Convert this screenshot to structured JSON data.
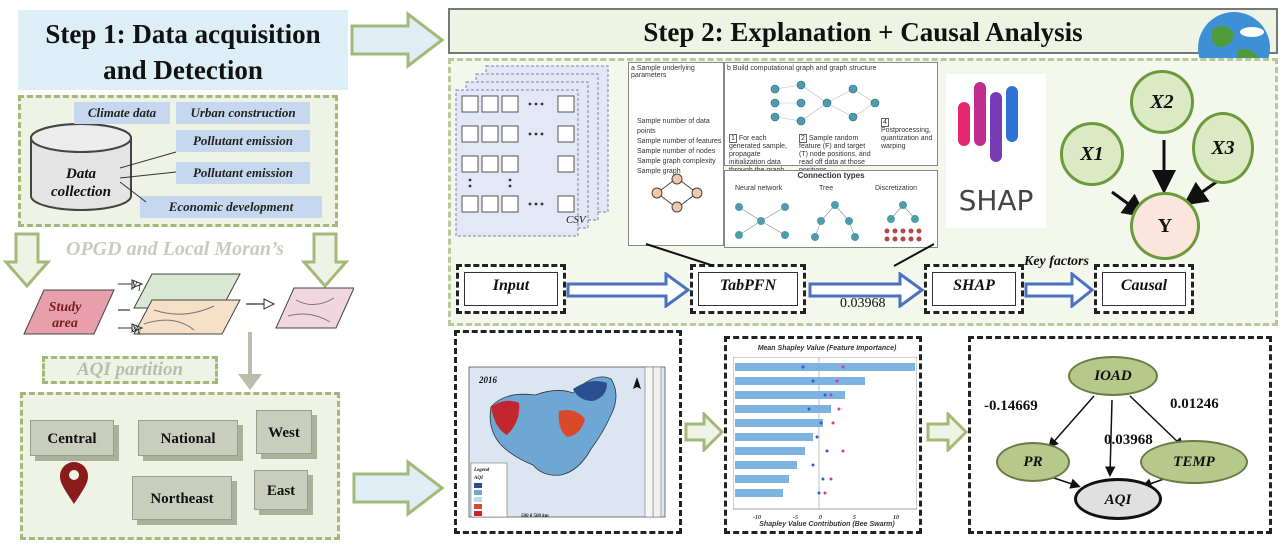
{
  "step1": {
    "title_line1": "Step 1: Data acquisition",
    "title_line2": "and Detection"
  },
  "step2": {
    "title": "Step 2: Explanation + Causal Analysis"
  },
  "data_sources": {
    "climate": "Climate data",
    "urban": "Urban construction",
    "pollutant1": "Pollutant emission",
    "pollutant2": "Pollutant  emission",
    "economic": "Economic development",
    "collection_line1": "Data",
    "collection_line2": "collection"
  },
  "opgd": {
    "label": "OPGD and Local Moran’s",
    "study_area_line1": "Study",
    "study_area_line2": "area",
    "y1": "y",
    "xk": "x"
  },
  "aqi_partition": {
    "label": "AQI partition",
    "regions": [
      "Central",
      "National",
      "West",
      "Northeast",
      "East"
    ]
  },
  "pipeline": {
    "input": "Input",
    "tabpfn": "TabPFN",
    "shap": "SHAP",
    "causal": "Causal",
    "arrow_value": "0.03968",
    "key_factors": "Key factors",
    "csv": "CSV"
  },
  "shap_logo": "SHAP",
  "causal_graph": {
    "x1": "X1",
    "x2": "X2",
    "x3": "X3",
    "y": "Y"
  },
  "tabpfn_panel": {
    "a_title": "a Sample underlying parameters",
    "b_title": "b Build computational graph and graph structure",
    "params": [
      "Sample number of data points",
      "Sample number of features",
      "Sample number of nodes",
      "Sample graph complexity",
      "Sample graph"
    ],
    "step1": "For each generated sample, propagate initialization data through the graph",
    "step2": "Sample random feature (F) and target (T) node positions, and read off data at those positions",
    "step3": "Postprocessing, quantization and warping",
    "connection_title": "Connection types",
    "conn_types": [
      "Neural network",
      "Tree",
      "Discretization"
    ]
  },
  "map": {
    "year": "2016",
    "legend_title": "Legend",
    "legend_aqi": "AQI",
    "scale": "500   0     500 km"
  },
  "shap_plot": {
    "title": "Mean Shapley Value (Feature Importance)",
    "xlabel": "Shapley Value Contribution (Bee Swarm)"
  },
  "result_graph": {
    "ioad": "IOAD",
    "pr": "PR",
    "temp": "TEMP",
    "aqi": "AQI",
    "w_pr": "-0.14669",
    "w_temp": "0.01246",
    "w_aqi": "0.03968"
  }
}
